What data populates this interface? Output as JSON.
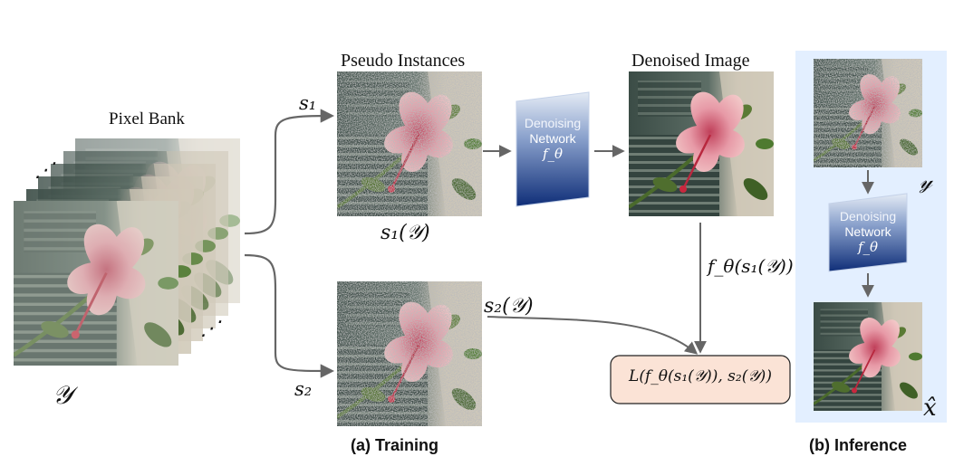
{
  "labels": {
    "pixel_bank": "Pixel Bank",
    "pseudo_instances": "Pseudo Instances",
    "denoised_image": "Denoised Image",
    "y_symbol": "𝒴",
    "s1": "s₁",
    "s2": "s₂",
    "s1_of_y": "s₁(𝒴)",
    "s2_of_y": "s₂(𝒴)",
    "f_theta_s1_y": "f_θ(s₁(𝒴))",
    "loss": "L(f_θ(s₁(𝒴)), s₂(𝒴))",
    "dots": "⋰",
    "inference_y": "𝓎",
    "inference_xhat": "x̂"
  },
  "network": {
    "line1": "Denoising",
    "line2": "Network",
    "line3": "f_θ"
  },
  "captions": {
    "training": "(a) Training",
    "inference": "(b) Inference"
  },
  "colors": {
    "inference_panel": "#e3efff",
    "loss_box_fill": "#fbe3d6",
    "arrow": "#666666",
    "network_top": "#dde6f3",
    "network_bottom": "#0f2e78"
  }
}
